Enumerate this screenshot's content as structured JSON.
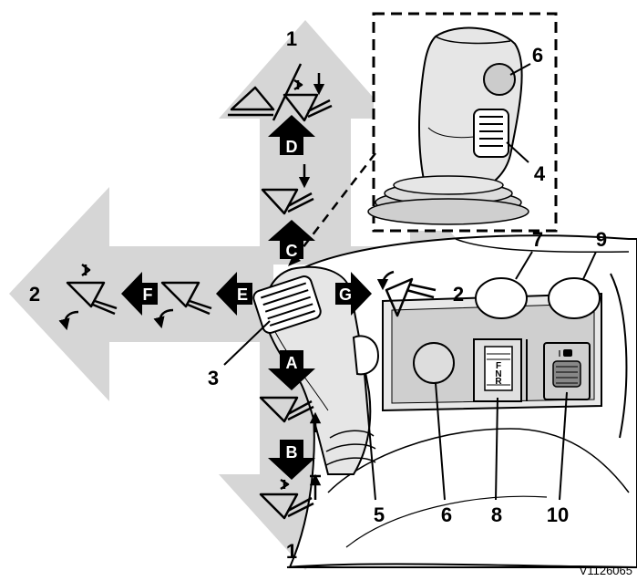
{
  "callouts": {
    "c1_top": "1",
    "c1_bottom": "1",
    "c2_left": "2",
    "c2_right": "2",
    "c3": "3",
    "c4": "4",
    "c5": "5",
    "c6_inset": "6",
    "c6_panel": "6",
    "c7": "7",
    "c8": "8",
    "c9": "9",
    "c10": "10"
  },
  "arrows": {
    "a": "A",
    "b": "B",
    "c": "C",
    "d": "D",
    "e": "E",
    "f": "F",
    "g": "G"
  },
  "slider_marks": [
    "F",
    "N",
    "R"
  ],
  "reference_code": "V1126065"
}
